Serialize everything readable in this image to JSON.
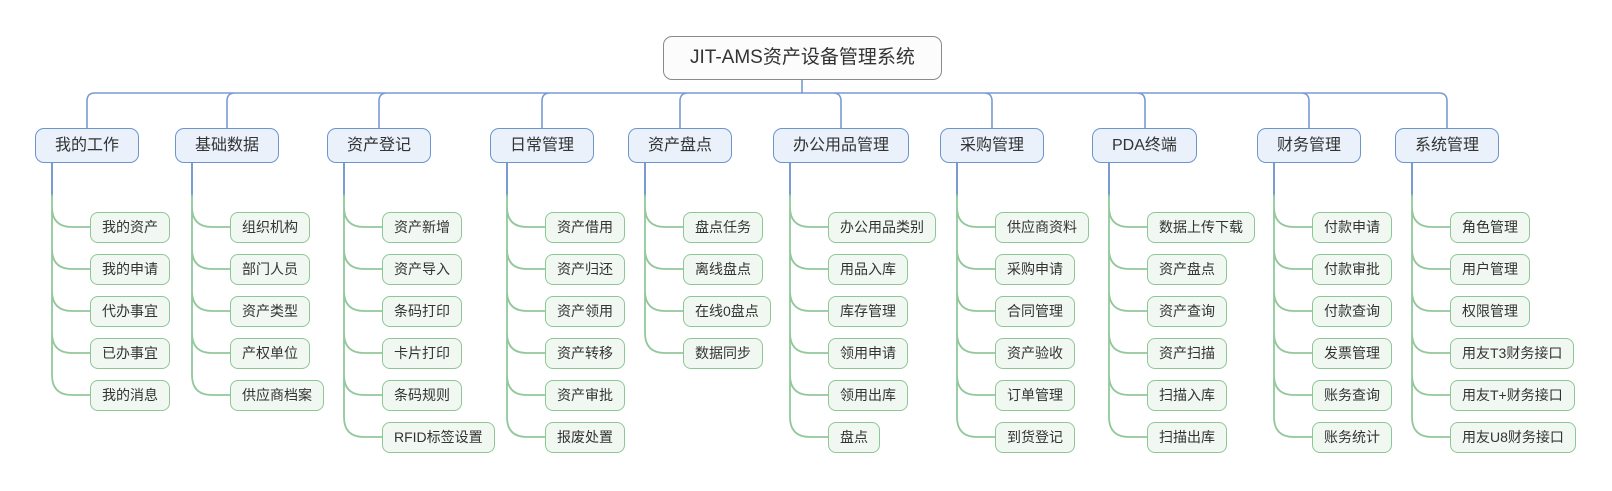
{
  "root": {
    "label": "JIT-AMS资产设备管理系统"
  },
  "branches": [
    {
      "label": "我的工作",
      "children": [
        "我的资产",
        "我的申请",
        "代办事宜",
        "已办事宜",
        "我的消息"
      ]
    },
    {
      "label": "基础数据",
      "children": [
        "组织机构",
        "部门人员",
        "资产类型",
        "产权单位",
        "供应商档案"
      ]
    },
    {
      "label": "资产登记",
      "children": [
        "资产新增",
        "资产导入",
        "条码打印",
        "卡片打印",
        "条码规则",
        "RFID标签设置"
      ]
    },
    {
      "label": "日常管理",
      "children": [
        "资产借用",
        "资产归还",
        "资产领用",
        "资产转移",
        "资产审批",
        "报废处置"
      ]
    },
    {
      "label": "资产盘点",
      "children": [
        "盘点任务",
        "离线盘点",
        "在线0盘点",
        "数据同步"
      ]
    },
    {
      "label": "办公用品管理",
      "children": [
        "办公用品类别",
        "用品入库",
        "库存管理",
        "领用申请",
        "领用出库",
        "盘点"
      ]
    },
    {
      "label": "采购管理",
      "children": [
        "供应商资料",
        "采购申请",
        "合同管理",
        "资产验收",
        "订单管理",
        "到货登记"
      ]
    },
    {
      "label": "PDA终端",
      "children": [
        "数据上传下载",
        "资产盘点",
        "资产查询",
        "资产扫描",
        "扫描入库",
        "扫描出库"
      ]
    },
    {
      "label": "财务管理",
      "children": [
        "付款申请",
        "付款审批",
        "付款查询",
        "发票管理",
        "账务查询",
        "账务统计"
      ]
    },
    {
      "label": "系统管理",
      "children": [
        "角色管理",
        "用户管理",
        "权限管理",
        "用友T3财务接口",
        "用友T+财务接口",
        "用友U8财务接口"
      ]
    }
  ],
  "colors": {
    "text": "#333333",
    "root_border": "#8a8a8a",
    "root_fill": "#fcfcfc",
    "branch_border": "#6d95cd",
    "branch_fill": "#eaf1fb",
    "leaf_border": "#8dc795",
    "leaf_fill": "#f1f8f1",
    "connector_blue": "#7a9bd2",
    "connector_green": "#92c89b"
  }
}
